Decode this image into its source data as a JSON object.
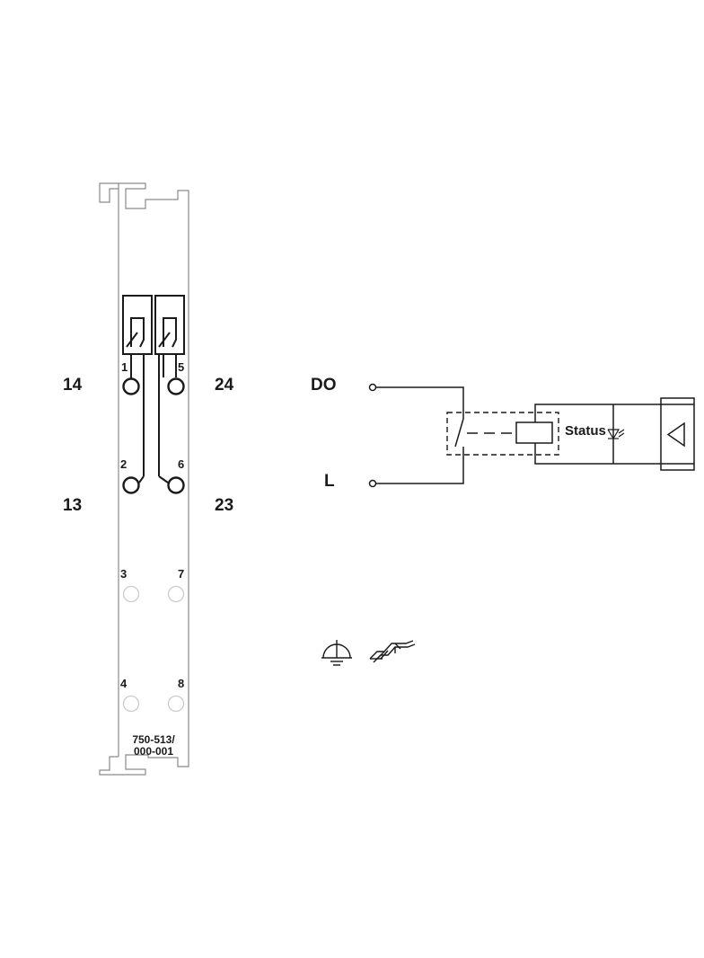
{
  "terminals": {
    "left_top": "14",
    "left_bottom": "13",
    "right_top": "24",
    "right_bottom": "23"
  },
  "pins": [
    "1",
    "5",
    "2",
    "6",
    "3",
    "7",
    "4",
    "8"
  ],
  "part_number": {
    "line1": "750-513/",
    "line2": "000-001"
  },
  "schematic": {
    "do_label": "DO",
    "l_label": "L",
    "status_label": "Status"
  },
  "icons": [
    "ground-icon",
    "din-rail-icon"
  ],
  "colors": {
    "line": "#1a1a1a",
    "module_outline": "#8a8a8a",
    "inactive_contact": "#cccccc"
  }
}
